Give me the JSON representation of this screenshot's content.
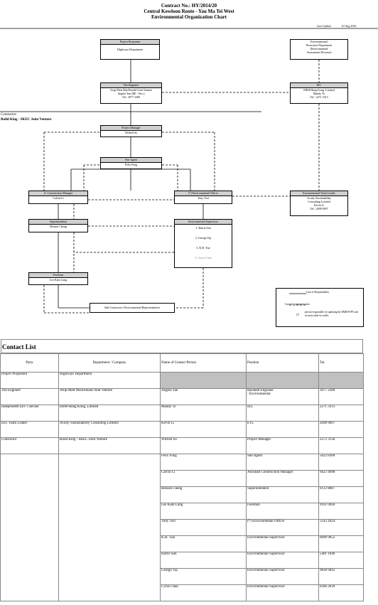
{
  "header": {
    "line1": "Contract No.: HY/2014/20",
    "line2": "Central Kowloon Route - Yau Ma Tei West",
    "line3": "Environmental Organization Chart",
    "last_update_label": "Last Update:",
    "last_update_value": "01 Aug 2016"
  },
  "chart": {
    "project_proponent": {
      "title": "Project Proponent",
      "lines": [
        "Highways Department"
      ]
    },
    "epd": {
      "lines": [
        "Environmental",
        "Protection Department",
        "(Environmental",
        "Assessment Division)"
      ]
    },
    "engineer": {
      "title": "The Engineer",
      "lines": [
        "Arup-Mott MacDonald Joint Venture",
        "Angela Yan (RE - Env.)",
        "Tel.: 3977 2300"
      ]
    },
    "iec": {
      "title": "IEC",
      "lines": [
        "ERM-Hong Kong, Limited",
        "Mandy To",
        "Tel.: 2271 3313"
      ]
    },
    "contractor_label": "Contractor:",
    "contractor_name": "Build King - SKEC Joint Venture",
    "project_manager": {
      "title": "Project Manager",
      "lines": [
        "Wilfred So"
      ]
    },
    "site_agent": {
      "title": "Site Agent",
      "lines": [
        "Felix Fong"
      ]
    },
    "acm": {
      "title": "A. Construction Manager",
      "lines": [
        "Calvin Li"
      ]
    },
    "eo": {
      "title": "(*) Environmental Officer",
      "lines": [
        "Tony Tsoi"
      ]
    },
    "etl": {
      "title": "Environmental Team Leader",
      "lines": [
        "Acuity Sustainability",
        "Consulting Limited",
        "Kevin Li",
        "Tel.: 2698 9097"
      ]
    },
    "superintendent": {
      "title": "Superintendent",
      "lines": [
        "Benson Cheng"
      ]
    },
    "env_supervisor": {
      "title": "Environmental Supervisor",
      "lines": [
        "1. Harris Sun",
        "2. George Yip",
        "3. K.H. Tsai",
        "4. Cyrus Chan"
      ]
    },
    "foreman": {
      "title": "Foreman",
      "lines": [
        "Lee Kam Lung"
      ]
    },
    "subcontractor": {
      "title": "Sub-Contractor's Environmental Representatives"
    },
    "legend": {
      "responsibility": "Line of Responsibility",
      "communication": "Line of Communication",
      "note_marker": "(*)",
      "note_text": "person responsible for updating the EMIS/WPT and security table for traffic"
    }
  },
  "contact_list": {
    "title": "Contact List",
    "headers": [
      "Party",
      "Department / Company",
      "Name of Contact Person",
      "Position",
      "Tel."
    ],
    "rows": [
      {
        "party": "Project Proponent",
        "company": "Highways Department",
        "name": "",
        "position": "",
        "tel": ""
      },
      {
        "party": "The Engineer",
        "company": "Arup-Mott MacDonald Joint Venture",
        "name": "Angela Yan",
        "position": "Resident Engineer",
        "position2": "- Environmental",
        "tel": "3977 2300"
      },
      {
        "party": "Independent Env. Checker",
        "company": "ERM-Hong Kong, Limited",
        "name": "Mandy To",
        "position": "IEC",
        "tel": "2271 3313"
      },
      {
        "party": "Env. Team Leader",
        "company": "Acuity Sustainability Consulting Limited",
        "name": "Kevin Li",
        "position": "ETL",
        "tel": "2698 9097"
      },
      {
        "party": "Contractor",
        "company": "Build King - SKEC Joint Venture",
        "name": "Wilfred So",
        "position": "Project Manager",
        "tel": "2272 3158"
      },
      {
        "party": "",
        "company": "",
        "name": "Felix Fong",
        "position": "Site Agent",
        "tel": "5622 8300"
      },
      {
        "party": "",
        "company": "",
        "name": "Calvin Li",
        "position": "Assistant Construction Manager",
        "tel": "9423 4998"
      },
      {
        "party": "",
        "company": "",
        "name": "Benson Cheng",
        "position": "Superintendent",
        "tel": "6112 8807"
      },
      {
        "party": "",
        "company": "",
        "name": "Lee Kam Lung",
        "position": "Foreman",
        "tel": "9161 0944"
      },
      {
        "party": "",
        "company": "",
        "name": "Tony Tsoi",
        "position": "(*) Environmental Officer",
        "tel": "5543 4424"
      },
      {
        "party": "",
        "company": "",
        "name": "K.H. Tsai",
        "position": "Environmental Supervisor",
        "tel": "6090 9052"
      },
      {
        "party": "",
        "company": "",
        "name": "Harris Sun",
        "position": "Environmental Supervisor",
        "tel": "5401 1046"
      },
      {
        "party": "",
        "company": "",
        "name": "George Yip",
        "position": "Environmental Supervisor",
        "tel": "9838 9043"
      },
      {
        "party": "",
        "company": "",
        "name": "Cyrus Chan",
        "position": "Environmental Supervisor",
        "tel": "6186 2039"
      }
    ]
  }
}
